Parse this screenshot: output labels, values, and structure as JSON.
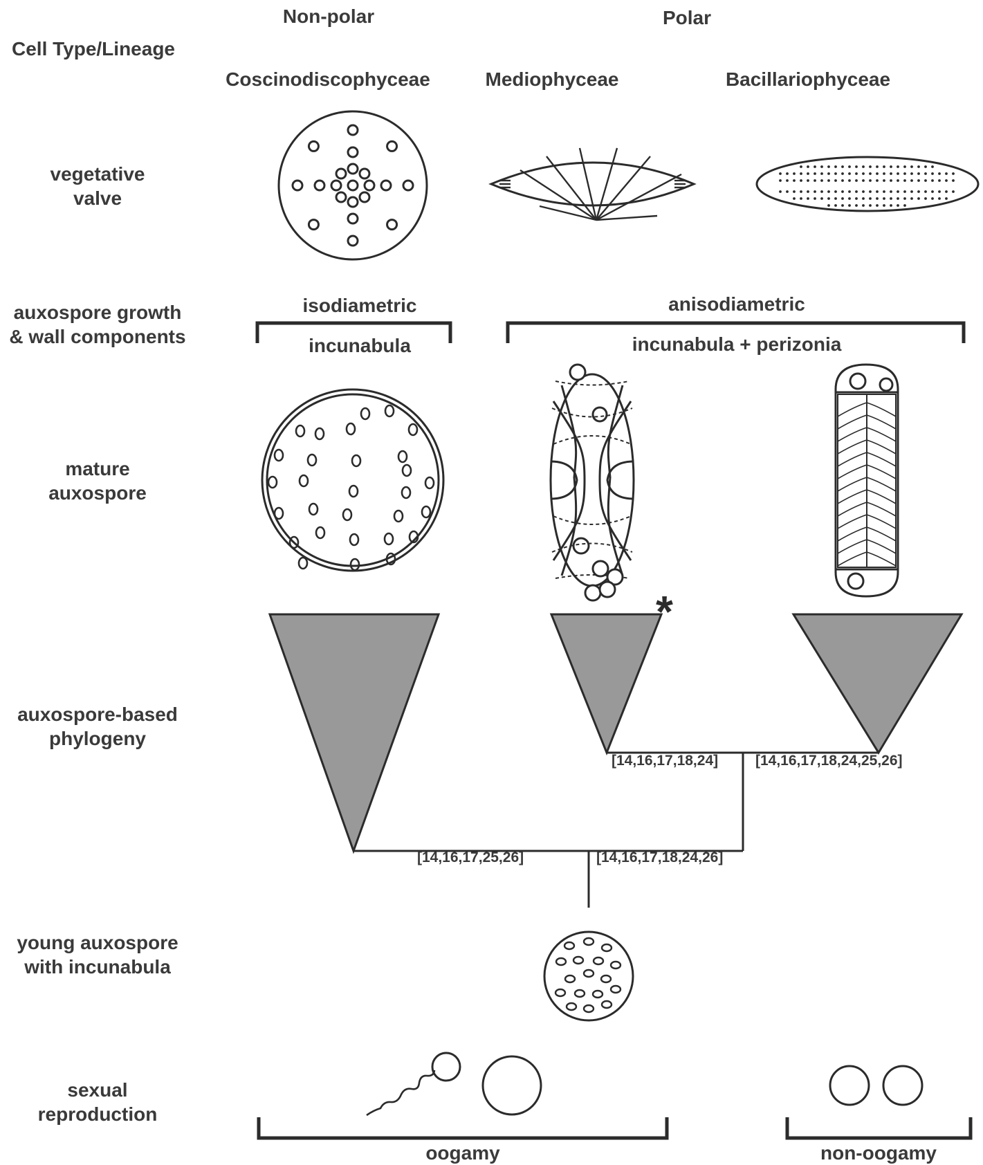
{
  "headers": {
    "non_polar": "Non-polar",
    "polar": "Polar",
    "cell_type": "Cell Type/Lineage"
  },
  "lineages": {
    "coscinodiscophyceae": "Coscinodiscophyceae",
    "mediophyceae": "Mediophyceae",
    "bacillariophyceae": "Bacillariophyceae"
  },
  "rows": {
    "vegetative_valve": "vegetative\nvalve",
    "auxospore_growth": "auxospore growth\n& wall components",
    "mature_auxospore": "mature\nauxospore",
    "phylogeny": "auxospore-based\nphylogeny",
    "young_auxospore": "young auxospore\nwith incunabula",
    "sexual_reproduction": "sexual\nreproduction"
  },
  "growth": {
    "isodiametric": "isodiametric",
    "incunabula": "incunabula",
    "anisodiametric": "anisodiametric",
    "incunabula_perizonia": "incunabula + perizonia"
  },
  "branch_refs": {
    "medio": "[14,16,17,18,24]",
    "bacillario": "[14,16,17,18,24,25,26]",
    "cosci": "[14,16,17,25,26]",
    "polar": "[14,16,17,18,24,26]"
  },
  "asterisk": "*",
  "reproduction": {
    "oogamy": "oogamy",
    "non_oogamy": "non-oogamy"
  },
  "colors": {
    "stroke": "#2b2b2b",
    "clade_fill": "#999999",
    "text": "#3a3a3a"
  }
}
